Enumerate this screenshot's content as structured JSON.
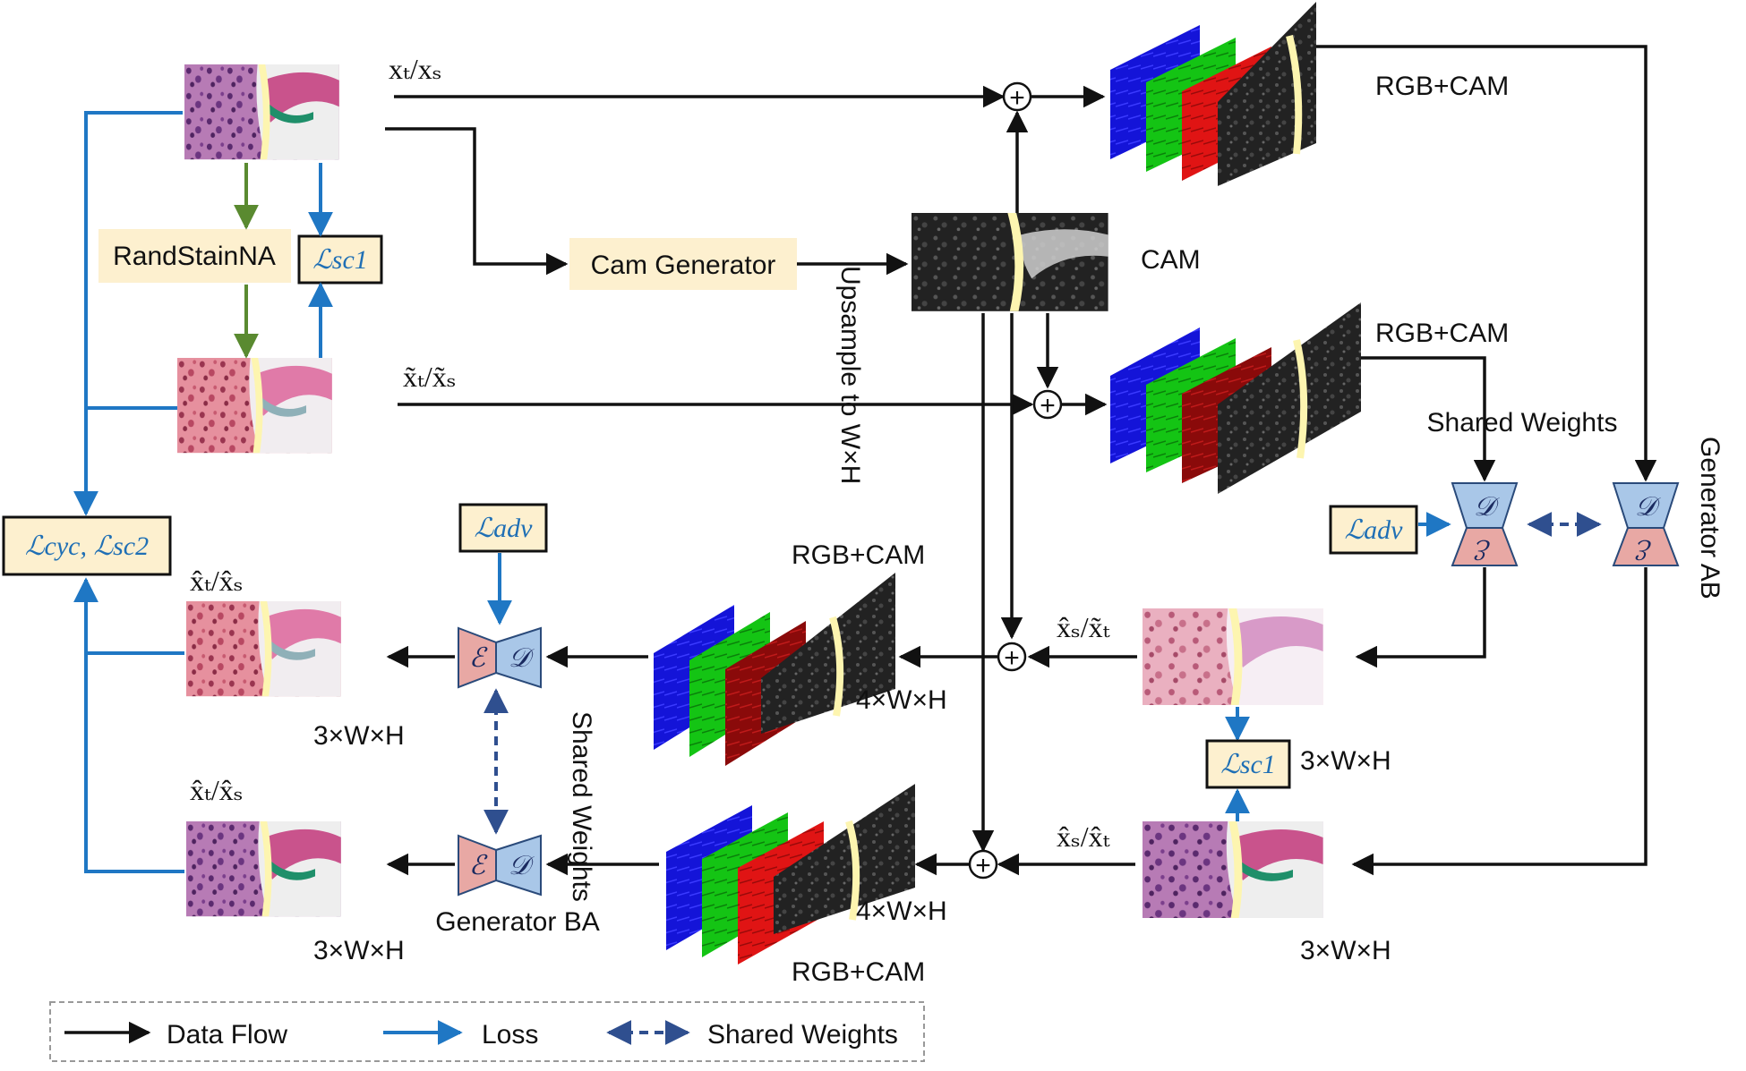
{
  "labels": {
    "rgb_cam": "RGB+CAM",
    "cam": "CAM",
    "cam_generator": "Cam Generator",
    "randstain": "RandStainNA",
    "upsample": "Upsample to W×H",
    "shared_weights": "Shared Weights",
    "generator_ab": "Generator AB",
    "generator_ba": "Generator BA",
    "dim3": "3×W×H",
    "dim4": "4×W×H"
  },
  "symbols": {
    "x_in": "xₜ/xₛ",
    "x_tilde": "x̃ₜ/x̃ₛ",
    "x_hat_tilde_mid": "x̂ₛ/x̃ₜ",
    "x_hat_mid": "x̂ₛ/x̂ₜ",
    "x_hat_tilde_out": "x̂ₜ/x̂ₛ",
    "x_hat_out": "x̂ₜ/x̂ₛ"
  },
  "losses": {
    "sc1": "ℒsc1",
    "adv": "ℒadv",
    "cyc_sc2": "ℒcyc, ℒsc2"
  },
  "blocks": {
    "encoder": "ℰ",
    "decoder": "𝒟"
  },
  "legend": {
    "data_flow": "Data Flow",
    "loss": "Loss",
    "shared": "Shared Weights"
  },
  "colors": {
    "data": "#111111",
    "loss": "#1f77c4",
    "shared": "#2f4f8f",
    "green_arrow": "#5a8a30",
    "box_fill": "#fdf0cf",
    "enc_fill": "#e8a8a4",
    "dec_fill": "#a9c7e8"
  }
}
